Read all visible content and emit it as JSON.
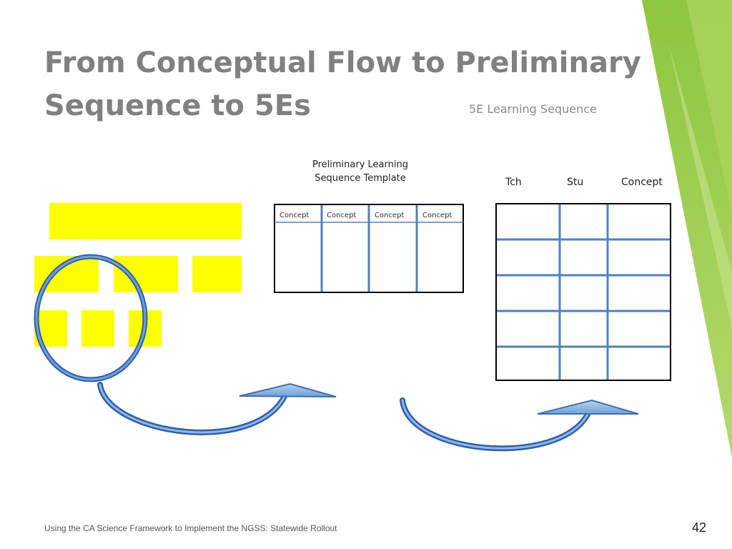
{
  "slide": {
    "title_line1": "From Conceptual Flow to Preliminary",
    "title_line2": "Sequence to 5Es",
    "subtitle": "5E Learning Sequence",
    "template_title_line1": "Preliminary Learning",
    "template_title_line2": "Sequence Template",
    "concept_columns": [
      "Concept",
      "Concept",
      "Concept",
      "Concept"
    ],
    "five_e_headers": [
      "Tch",
      "Stu",
      "Concept"
    ],
    "footer": "Using the CA Science Framework to Implement the NGSS: Statewide Rollout",
    "page_number": "42"
  },
  "colors": {
    "accent_green": "#8dc63f",
    "concept_block_yellow": "#ffff00",
    "table_line_blue": "#4f81bd",
    "arrow_fill_blue": "#9dc3e6"
  }
}
